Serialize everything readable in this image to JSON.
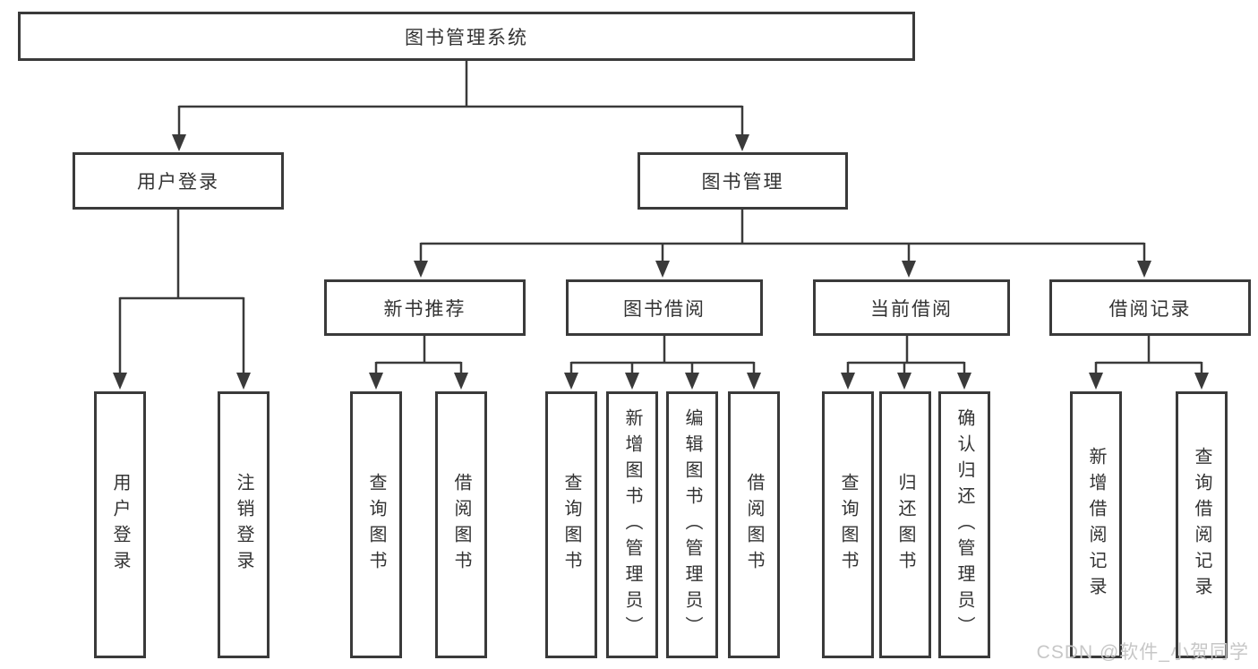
{
  "diagram": {
    "title_node": {
      "label": "图书管理系统"
    },
    "level2": [
      {
        "id": "user-login",
        "label": "用户登录"
      },
      {
        "id": "book-management",
        "label": "图书管理"
      }
    ],
    "level3": [
      {
        "id": "new-book-recommend",
        "label": "新书推荐"
      },
      {
        "id": "book-borrow",
        "label": "图书借阅"
      },
      {
        "id": "current-borrow",
        "label": "当前借阅"
      },
      {
        "id": "borrow-records",
        "label": "借阅记录"
      }
    ],
    "leaves": {
      "user_login": [
        "用户登录",
        "注销登录"
      ],
      "new_book": [
        "查询图书",
        "借阅图书"
      ],
      "book_borrow": [
        "查询图书",
        "新增图书（管理员）",
        "编辑图书（管理员）",
        "借阅图书"
      ],
      "current_borrow": [
        "查询图书",
        "归还图书",
        "确认归还（管理员）"
      ],
      "borrow_record": [
        "新增借阅记录",
        "查询借阅记录"
      ]
    }
  },
  "watermark": {
    "text": "CSDN @软件_小贺同学"
  },
  "colors": {
    "line": "#3a3a3a",
    "box_border": "#3a3a3a",
    "text": "#333333",
    "watermark": "#c7c7c7",
    "background": "#ffffff"
  }
}
